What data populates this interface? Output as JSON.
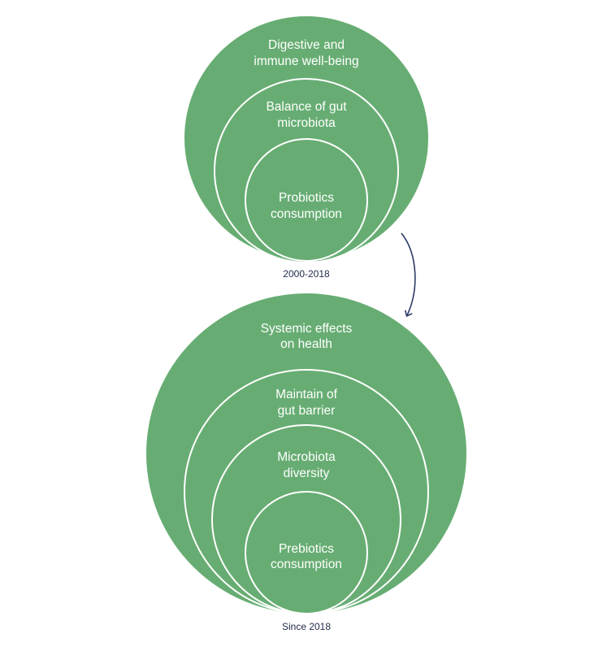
{
  "colors": {
    "circle_fill": "#67ad73",
    "circle_stroke": "#ffffff",
    "arrow": "#2b3a66",
    "period_text": "#1f2b4a"
  },
  "top_diagram": {
    "period": "2000-2018",
    "outer": {
      "line1": "Digestive and",
      "line2": "immune well-being"
    },
    "middle": {
      "line1": "Balance of gut",
      "line2": "microbiota"
    },
    "inner": {
      "line1": "Probiotics",
      "line2": "consumption"
    }
  },
  "bottom_diagram": {
    "period": "Since 2018",
    "outer": {
      "line1": "Systemic effects",
      "line2": "on health"
    },
    "ring2": {
      "line1": "Maintain of",
      "line2": "gut barrier"
    },
    "ring3": {
      "line1": "Microbiota",
      "line2": "diversity"
    },
    "inner": {
      "line1": "Prebiotics",
      "line2": "consumption"
    }
  },
  "arrow_icon": "curved-arrow-down"
}
